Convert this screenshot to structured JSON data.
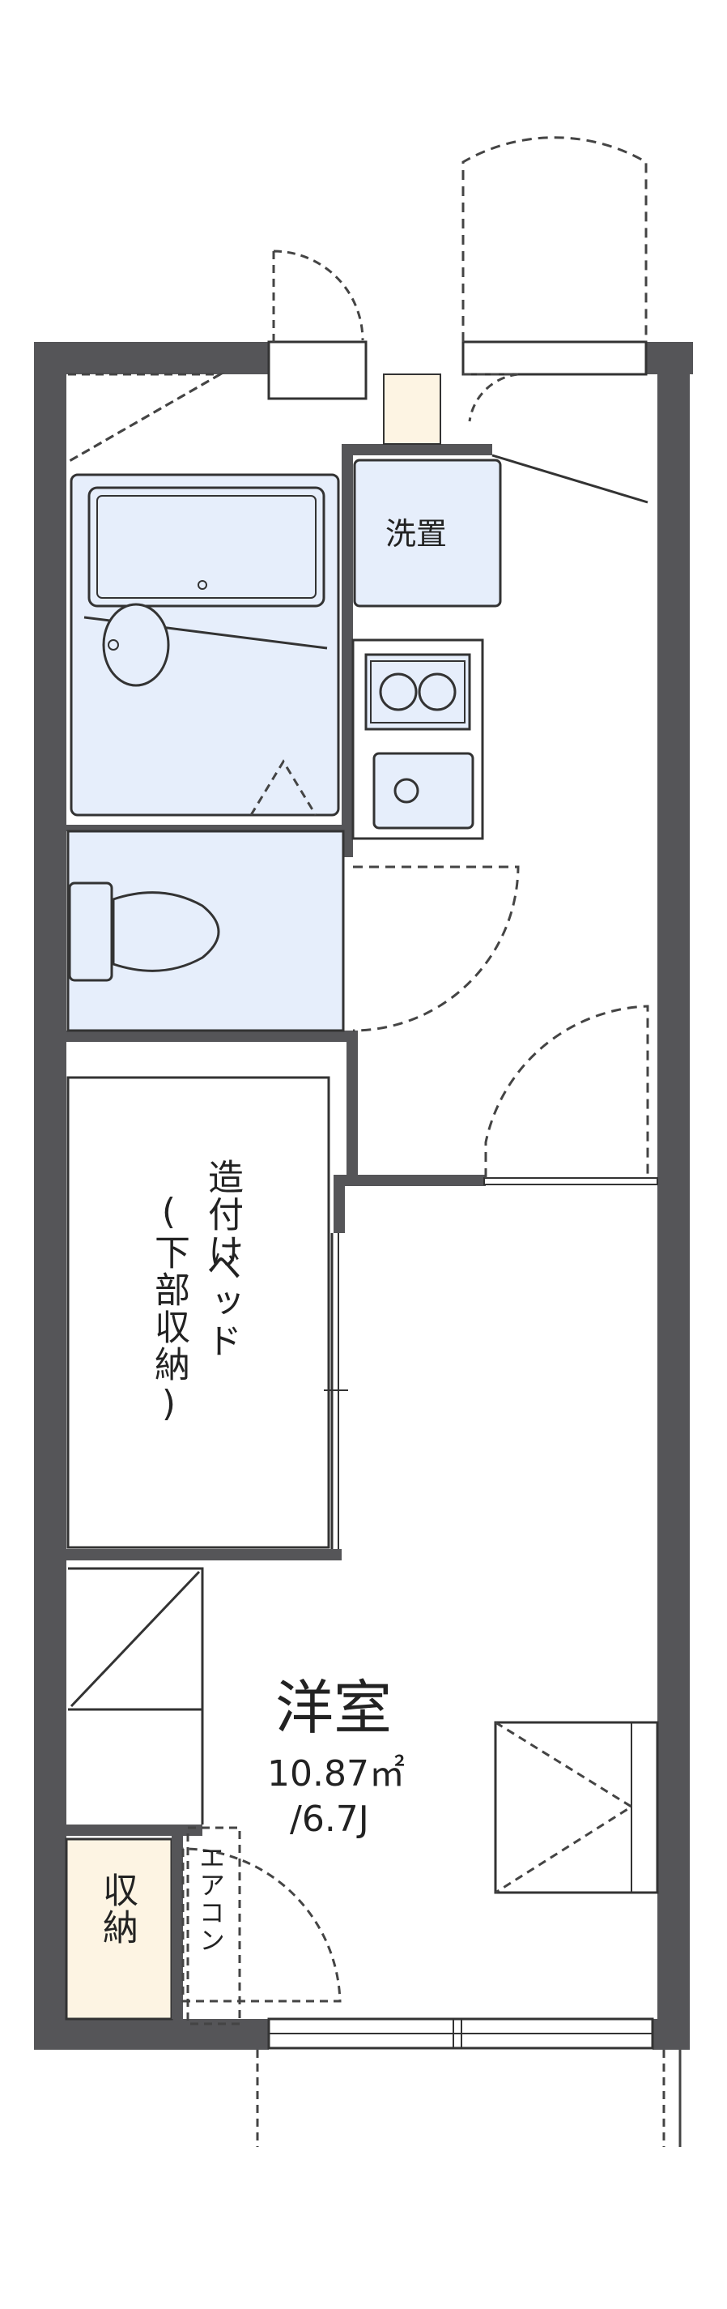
{
  "rooms": {
    "main_room": {
      "name": "洋室",
      "area": "10.87㎡",
      "size": "/6.7J"
    },
    "laundry": "洗置",
    "storage": "収納",
    "bed": {
      "col1": "造付け",
      "col2": "ベッド",
      "col3": "(下部収納)"
    },
    "aircon": "エアコン"
  },
  "colors": {
    "wall": "#555558",
    "fixture_fill": "#e6eefb",
    "storage_fill": "#fdf4e3",
    "line": "#333333",
    "dash": "#444444"
  }
}
